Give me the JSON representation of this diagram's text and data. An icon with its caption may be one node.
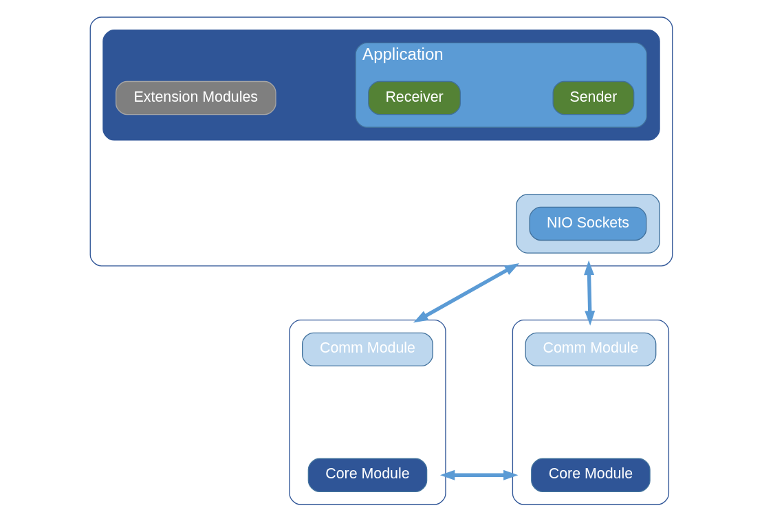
{
  "diagram": {
    "nodes": [
      {
        "text": [],
        "shape": "box"
      },
      {
        "text": [],
        "shape": "box",
        "in": 0
      },
      {
        "text": [
          "Application"
        ],
        "in": 1
      },
      {
        "text": [
          "Sender"
        ],
        "in": 2
      },
      {
        "text": [
          "Receiver"
        ],
        "in": 2
      },
      {
        "text": [
          "Extension Modules"
        ],
        "in": 1
      },
      {
        "text": [],
        "shape": "box",
        "in": 0
      },
      {
        "text": [
          "NIO Sockets"
        ],
        "in": 6
      },
      {
        "text": [],
        "shape": "box"
      },
      {
        "text": [
          "Comm Module"
        ],
        "in": 8
      },
      {
        "text": [
          "Core Module"
        ],
        "in": 8
      },
      {
        "text": [],
        "shape": "box"
      },
      {
        "text": [
          "Comm Module"
        ],
        "in": 11
      },
      {
        "text": [
          "Core Module"
        ],
        "in": 11
      }
    ],
    "edges": [
      {
        "from": 0,
        "to": 8,
        "arrow": "both"
      },
      {
        "from": 0,
        "to": 11,
        "arrow": "both"
      },
      {
        "from": 8,
        "to": 11,
        "arrow": "both"
      }
    ]
  }
}
